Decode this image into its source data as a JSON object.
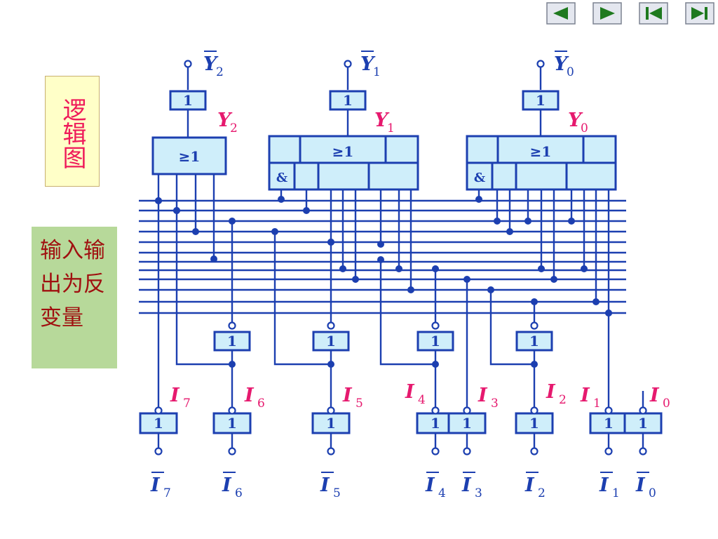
{
  "nav": {
    "buttons": [
      {
        "name": "prev-button",
        "icon": "triangle-left-icon"
      },
      {
        "name": "next-button",
        "icon": "triangle-right-icon"
      },
      {
        "name": "first-button",
        "icon": "skip-first-icon"
      },
      {
        "name": "last-button",
        "icon": "skip-last-icon"
      }
    ],
    "glyph_color": "#1f7a1f"
  },
  "sidebar": {
    "title": "逻辑图",
    "note": "输入输出为反变量"
  },
  "diagram": {
    "gate_labels": {
      "not": "1",
      "or": "≥1",
      "and": "&"
    },
    "outputs": [
      {
        "id": "Y2",
        "main": "Y",
        "sub": "2"
      },
      {
        "id": "Y1",
        "main": "Y",
        "sub": "1"
      },
      {
        "id": "Y0",
        "main": "Y",
        "sub": "0"
      }
    ],
    "inputs": [
      {
        "id": "I7",
        "main": "I",
        "sub": "7"
      },
      {
        "id": "I6",
        "main": "I",
        "sub": "6"
      },
      {
        "id": "I5",
        "main": "I",
        "sub": "5"
      },
      {
        "id": "I4",
        "main": "I",
        "sub": "4"
      },
      {
        "id": "I3",
        "main": "I",
        "sub": "3"
      },
      {
        "id": "I2",
        "main": "I",
        "sub": "2"
      },
      {
        "id": "I1",
        "main": "I",
        "sub": "1"
      },
      {
        "id": "I0",
        "main": "I",
        "sub": "0"
      }
    ],
    "colors": {
      "wire": "#1c3fb0",
      "gate_fill": "#cfeefa",
      "true_label": "#e6196e",
      "bar_label": "#1c3fb0"
    }
  }
}
